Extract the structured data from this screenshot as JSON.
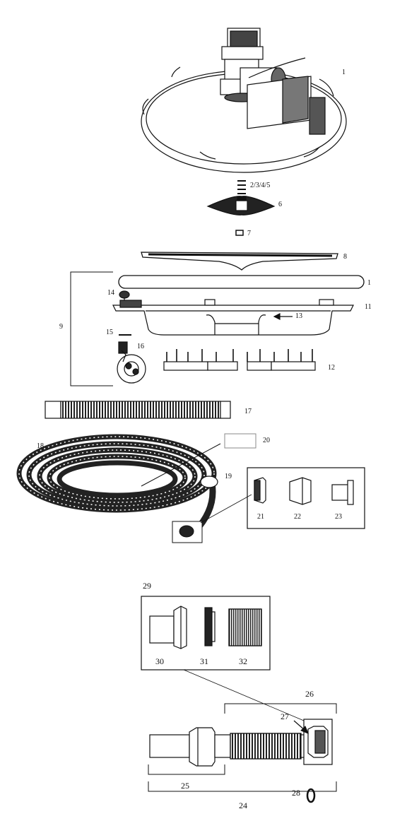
{
  "diagram": {
    "type": "exploded-parts-diagram",
    "callouts": {
      "p1": "1",
      "p2345": "2/3/4/5",
      "p6": "6",
      "p7": "7",
      "p8": "8",
      "p9": "9",
      "p10": "1",
      "p11": "11",
      "p12": "12",
      "p13": "13",
      "p14": "14",
      "p15": "15",
      "p16": "16",
      "p17": "17",
      "p18": "18",
      "p19": "19",
      "p20": "20",
      "p21": "21",
      "p22": "22",
      "p23": "23",
      "p24": "24",
      "p25": "25",
      "p26": "26",
      "p27": "27",
      "p28": "28",
      "p29": "29",
      "p30": "30",
      "p31": "31",
      "p32": "32"
    }
  }
}
